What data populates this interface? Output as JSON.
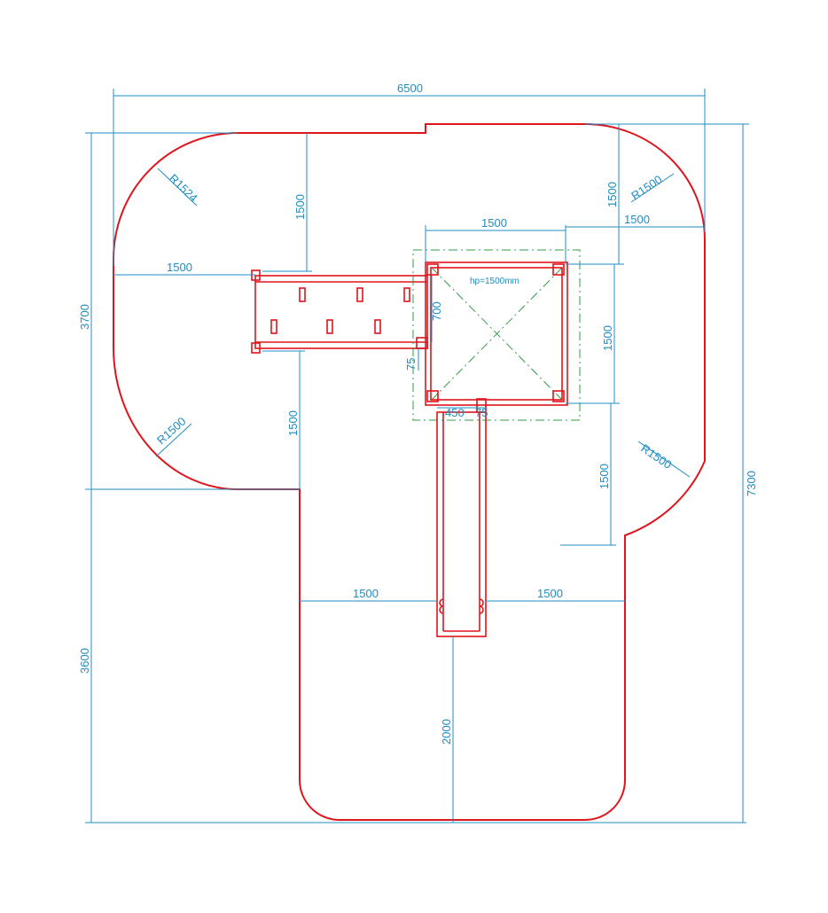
{
  "dimensions": {
    "overall_width": "6500",
    "overall_height": "7300",
    "upper_height": "3700",
    "lower_height": "3600",
    "top_left_radius": "R1524",
    "top_right_radius": "R1500",
    "left_lower_radius": "R1500",
    "right_lower_radius": "R1500",
    "top_left_vertical": "1500",
    "top_right_vertical": "1500",
    "top_right_horizontal": "1500",
    "left_horizontal": "1500",
    "platform_width": "1500",
    "platform_height": "1500",
    "bridge_width": "700",
    "offset_75_left": "75",
    "slide_gap": "450",
    "offset_75_bottom": "75",
    "left_vertical_lower": "1500",
    "right_vertical_lower": "1500",
    "slide_left_clearance": "1500",
    "slide_right_clearance": "1500",
    "slide_end_clearance": "2000"
  },
  "platform_note": "hp=1500mm",
  "colors": {
    "outline": "#e0141c",
    "dimension": "#1f8cc4",
    "platform_zone": "#2f9e44"
  }
}
